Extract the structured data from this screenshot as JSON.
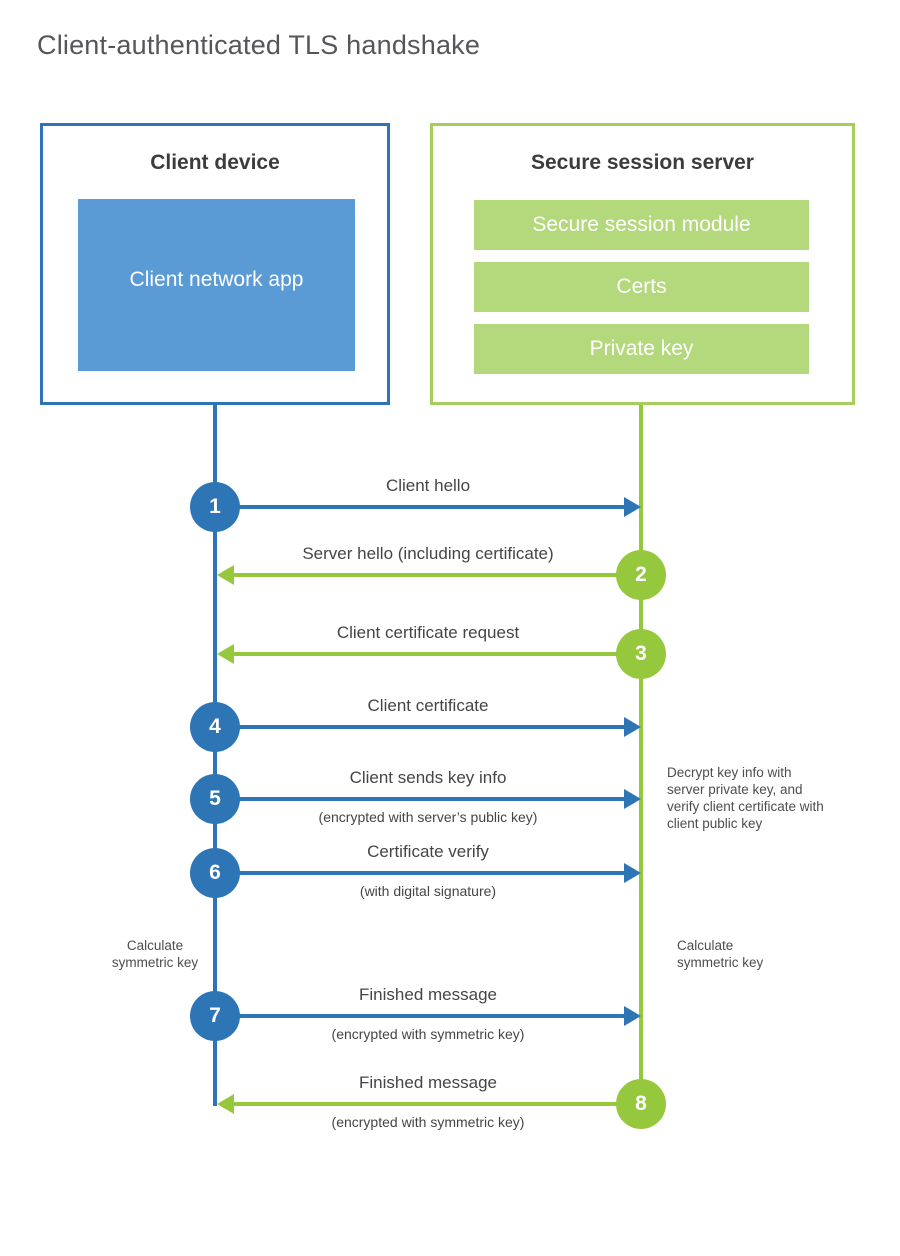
{
  "title": "Client-authenticated TLS handshake",
  "client": {
    "title": "Client device",
    "app_label": "Client network app"
  },
  "server": {
    "title": "Secure session server",
    "modules": [
      "Secure session module",
      "Certs",
      "Private key"
    ]
  },
  "steps": [
    {
      "num": "1",
      "from": "client",
      "label": "Client hello",
      "sub": ""
    },
    {
      "num": "2",
      "from": "server",
      "label": "Server hello (including certificate)",
      "sub": ""
    },
    {
      "num": "3",
      "from": "server",
      "label": "Client certificate request",
      "sub": ""
    },
    {
      "num": "4",
      "from": "client",
      "label": "Client certificate",
      "sub": ""
    },
    {
      "num": "5",
      "from": "client",
      "label": "Client sends key info",
      "sub": "(encrypted with server’s public key)"
    },
    {
      "num": "6",
      "from": "client",
      "label": "Certificate verify",
      "sub": "(with digital signature)"
    },
    {
      "num": "7",
      "from": "client",
      "label": "Finished message",
      "sub": "(encrypted with symmetric key)"
    },
    {
      "num": "8",
      "from": "server",
      "label": "Finished message",
      "sub": "(encrypted with symmetric key)"
    }
  ],
  "notes": {
    "decrypt": "Decrypt key info with server private key, and verify client certificate with client public key",
    "calc_left": "Calculate symmetric key",
    "calc_right": "Calculate symmetric key"
  },
  "colors": {
    "blue": "#2e75b6",
    "blue_fill": "#5b9bd5",
    "green": "#96c83e",
    "green_border": "#a5ce5c",
    "green_fill": "#b4d87c",
    "title_text": "#55565a",
    "heading_text": "#3c3c3e",
    "label_text": "#454548",
    "note_text": "#4c4d4f"
  }
}
